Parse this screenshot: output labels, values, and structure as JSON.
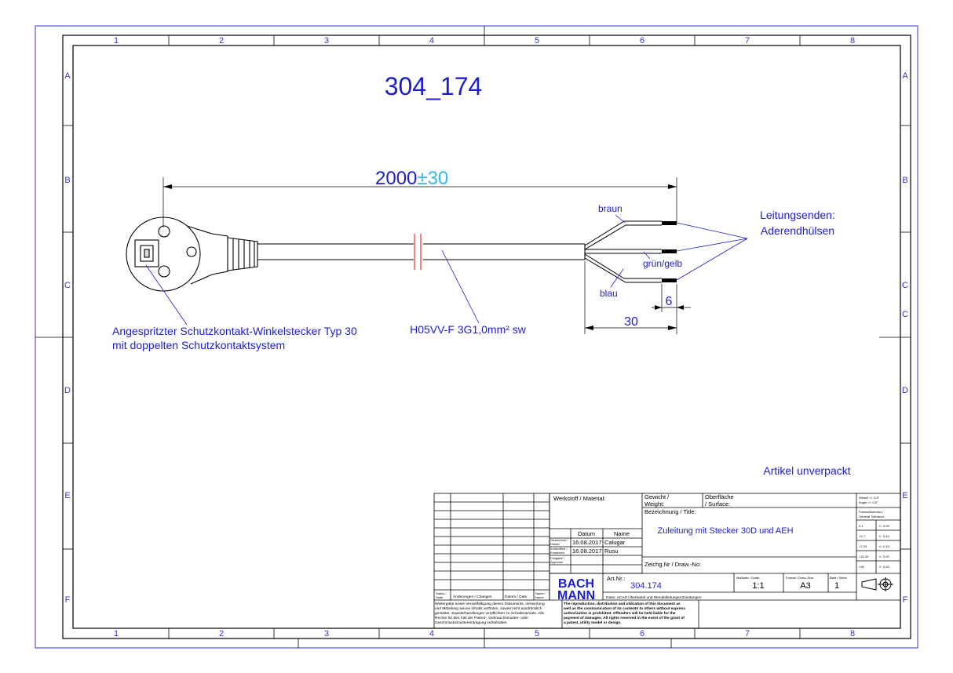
{
  "drawing": {
    "title": "304_174",
    "length_dimension": "2000",
    "length_tolerance": "±30",
    "strip_dimension": "30",
    "ferrule_dimension": "6",
    "wire_brown": "braun",
    "wire_green_yellow": "grün/gelb",
    "wire_blue": "blau",
    "wire_ends_line1": "Leitungsenden:",
    "wire_ends_line2": "Aderendhülsen",
    "plug_line1": "Angespritzter Schutzkontakt-Winkelstecker Typ 30",
    "plug_line2": "mit doppelten Schutzkontaktsystem",
    "cable_spec": "H05VV-F 3G1,0mm² sw",
    "unpacked_note": "Artikel unverpackt"
  },
  "grid": {
    "columns": [
      "1",
      "2",
      "3",
      "4",
      "5",
      "6",
      "7",
      "8"
    ],
    "rows": [
      "A",
      "B",
      "C",
      "D",
      "E",
      "F"
    ],
    "right_rows": [
      "A",
      "B",
      "C",
      "C",
      "D",
      "E",
      "F"
    ]
  },
  "title_block": {
    "material_label": "Werkstoff / Material:",
    "weight_label_1": "Gewicht /",
    "weight_label_2": "Weight:",
    "surface_label_1": "Oberfläche",
    "surface_label_2": "/ Surface:",
    "title_label": "Bezeichnung / Title:",
    "title_value": "Zuleitung mit Stecker 30D und AEH",
    "date_header": "Datum",
    "name_header": "Name",
    "drawn_label_1": "Gezeichnet /",
    "drawn_label_2": "Drawn",
    "drawn_date": "16.08.2017",
    "drawn_name": "Calugar",
    "checked_label_1": "Kontrolliert /",
    "checked_label_2": "Examined",
    "checked_date": "16.08.2017",
    "checked_name": "Rusu",
    "approval_label_1": "Freigabe /",
    "approval_label_2": "Approval",
    "drawing_no_label": "Zeichg.Nr / Draw.-No:",
    "art_no_label": "Art.Nr.:",
    "art_no_value": "304.174",
    "scale_label": "Maßstab / Scale:",
    "scale_value": "1:1",
    "format_label": "Format / Draw.-Size",
    "format_value": "A3",
    "sheet_label": "Blatt / Sheet",
    "sheet_value": "1",
    "file_text": "Datei: ACAD Überkabel und WendelleitungenZuleitungen",
    "logo_line1": "BACH",
    "logo_line2": "MANN",
    "status_label_1": "Status /",
    "status_label_2": "State",
    "changes_label": "Änderungen / Changes",
    "change_date_label": "Datum / Date",
    "change_name_label_1": "Name /",
    "change_name_label_2": "Name",
    "notice_de": [
      "Weitergabe sowie Vervielfältigung dieses Dokuments, Verwertung",
      "und Mitteilung seines Inhalts verboten, soweit nicht ausdrücklich",
      "gestattet. Zuwiderhandlungen verpflichten zu Schadenersatz. Alle",
      "Rechte für den Fall der Patent-, Gebrauchsmuster- oder",
      "Geschmacksmustereintragung vorbehalten."
    ],
    "notice_en": [
      "The reproduction, distribution and utilization of this document as",
      "well as the communication of its contents to others without express",
      "authorization is prohibited. Offenders will be held liable for the",
      "payment of damages. All rights reserved in the event of the grant of",
      "a patent, utility model or design."
    ],
    "tolerance_angle": "Winkel +/- 0,5°",
    "tolerance_angle_en": "Angle +/- 0,5°",
    "tolerance_general_1": "Freimaßtoleranz /",
    "tolerance_general_2": "General Tolerance",
    "tolerance_rows": [
      {
        "range": "0-1",
        "tol": "+/- 0,05"
      },
      {
        "range": ">1-7",
        "tol": "+/- 0,10"
      },
      {
        "range": ">7-15",
        "tol": "+/- 0,15"
      },
      {
        "range": ">15-30",
        "tol": "+/- 0,20"
      },
      {
        "range": ">30",
        "tol": "+/- 0,25"
      }
    ]
  },
  "colors": {
    "frame": "#3535c8",
    "ink": "#1c1cd0",
    "linework": "#000000",
    "tolerance": "#35b8e8",
    "break_mark": "#e02020"
  }
}
